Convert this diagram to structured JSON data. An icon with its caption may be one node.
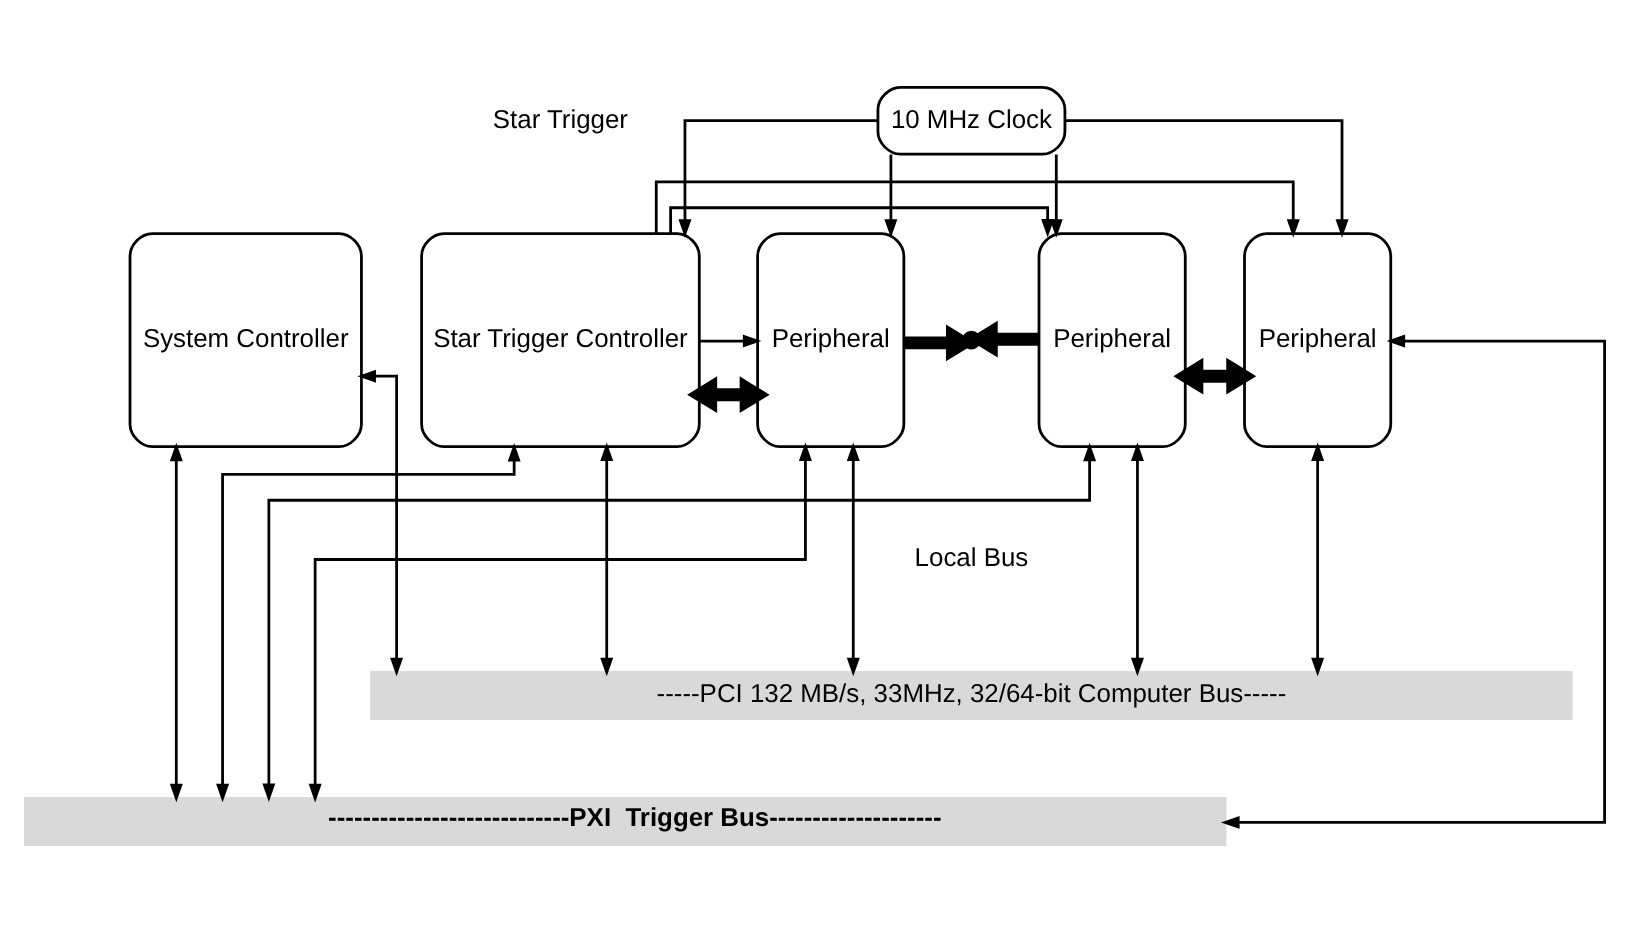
{
  "diagram": {
    "nodes": [
      {
        "text": [
          "System Controller"
        ]
      },
      {
        "text": [
          "Star Trigger Controller"
        ]
      },
      {
        "text": [
          "Peripheral"
        ]
      },
      {
        "text": [
          "10 MHz Clock"
        ]
      },
      {
        "text": [
          "Peripheral"
        ]
      },
      {
        "text": [
          "Peripheral"
        ]
      },
      {
        "text": [],
        "shape": "dots"
      },
      {
        "text": [
          "-----PCI 132 MB/s, 33MHz, 32/64-bit Computer Bus-----"
        ]
      },
      {
        "text": [
          "----------------------------PXI  Trigger Bus--------------------"
        ]
      }
    ],
    "edges": [
      {
        "from": 1,
        "to": 2,
        "arrow": "to"
      },
      {
        "from": 1,
        "to": 4,
        "arrow": "to"
      },
      {
        "from": 1,
        "to": 5,
        "arrow": "to"
      },
      {
        "from": 3,
        "to": 1,
        "arrow": "to"
      },
      {
        "from": 3,
        "to": 2,
        "arrow": "to"
      },
      {
        "from": 3,
        "to": 4,
        "arrow": "to"
      },
      {
        "from": 3,
        "to": 5,
        "arrow": "to"
      },
      {
        "from": 1,
        "to": 2,
        "arrow": "both",
        "style": "thick"
      },
      {
        "from": 2,
        "to": 6,
        "arrow": "to",
        "style": "thick"
      },
      {
        "from": 4,
        "to": 6,
        "arrow": "to",
        "style": "thick"
      },
      {
        "from": 4,
        "to": 5,
        "arrow": "both",
        "style": "thick"
      },
      {
        "from": 0,
        "to": 8,
        "arrow": "both"
      },
      {
        "from": 0,
        "to": 7,
        "arrow": "both"
      },
      {
        "from": 1,
        "to": 8,
        "arrow": "both"
      },
      {
        "from": 1,
        "to": 7,
        "arrow": "both"
      },
      {
        "from": 2,
        "to": 8,
        "arrow": "both"
      },
      {
        "from": 2,
        "to": 7,
        "arrow": "both"
      },
      {
        "from": 4,
        "to": 8,
        "arrow": "both"
      },
      {
        "from": 4,
        "to": 7,
        "arrow": "both"
      },
      {
        "from": 5,
        "to": 8,
        "arrow": "both"
      },
      {
        "from": 5,
        "to": 7,
        "arrow": "both"
      }
    ],
    "labels": [
      "Star Trigger",
      "Local Bus"
    ]
  }
}
